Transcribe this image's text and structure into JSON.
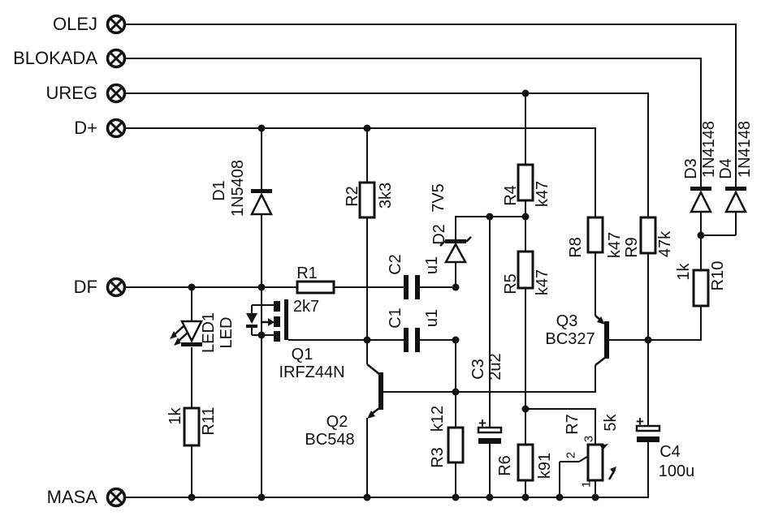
{
  "terminals": [
    {
      "label": "OLEJ"
    },
    {
      "label": "BLOKADA"
    },
    {
      "label": "UREG"
    },
    {
      "label": "D+"
    },
    {
      "label": "DF"
    },
    {
      "label": "MASA"
    }
  ],
  "components": {
    "d1": {
      "ref": "D1",
      "value": "1N5408"
    },
    "r1": {
      "ref": "R1",
      "value": "2k7"
    },
    "r2": {
      "ref": "R2",
      "value": "3k3"
    },
    "c1": {
      "ref": "C1",
      "value": "u1"
    },
    "c2": {
      "ref": "C2",
      "value": "u1"
    },
    "d2": {
      "ref": "D2",
      "value": "7V5"
    },
    "r4": {
      "ref": "R4",
      "value": "k47"
    },
    "r5": {
      "ref": "R5",
      "value": "k47"
    },
    "r8": {
      "ref": "R8",
      "value": "k47"
    },
    "r9": {
      "ref": "R9",
      "value": "47k"
    },
    "d3": {
      "ref": "D3",
      "value": "1N4148"
    },
    "d4": {
      "ref": "D4",
      "value": "1N4148"
    },
    "r10": {
      "ref": "R10",
      "value": "1k"
    },
    "led1": {
      "ref": "LED1",
      "value": "LED"
    },
    "q1": {
      "ref": "Q1",
      "value": "IRFZ44N"
    },
    "q2": {
      "ref": "Q2",
      "value": "BC548"
    },
    "q3": {
      "ref": "Q3",
      "value": "BC327"
    },
    "c3": {
      "ref": "C3",
      "value": "2u2",
      "polarity": "+"
    },
    "r3": {
      "ref": "R3",
      "value": "k12"
    },
    "r6": {
      "ref": "R6",
      "value": "k91"
    },
    "r7": {
      "ref": "R7",
      "value": "5k",
      "pin1": "1",
      "pin2": "2",
      "pin3": "3"
    },
    "c4": {
      "ref": "C4",
      "value": "100u",
      "polarity": "+"
    },
    "r11": {
      "ref": "R11",
      "value": "1k"
    }
  },
  "colors": {
    "ink": "#111111",
    "background": "#ffffff"
  }
}
